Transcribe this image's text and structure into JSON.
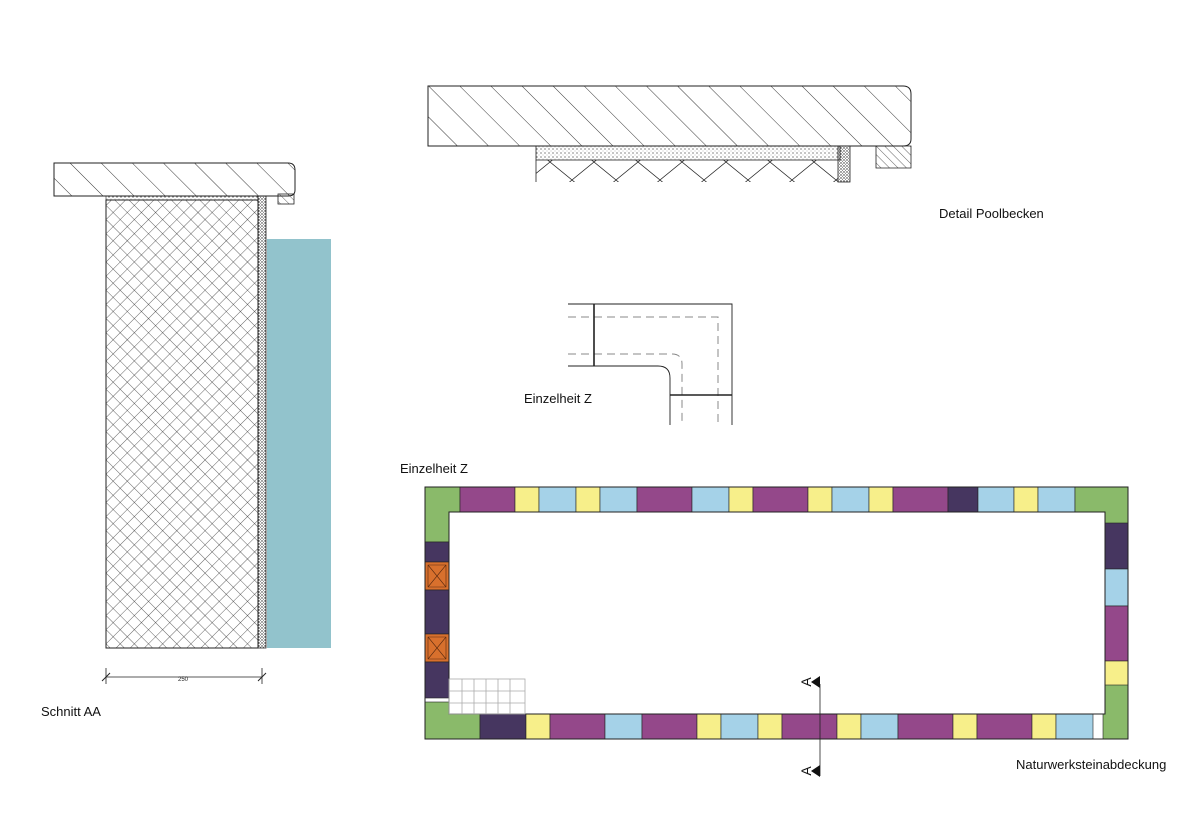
{
  "labels": {
    "schnitt": "Schnitt AA",
    "detail_pool": "Detail Poolbecken",
    "einzelheit_small": "Einzelheit Z",
    "einzelheit_plan": "Einzelheit Z",
    "naturwerkstein": "Naturwerksteinabdeckung",
    "dimension": "250",
    "section_mark_top": "A",
    "section_mark_bottom": "A"
  },
  "colors": {
    "water": "#92c3cc",
    "green": "#8aba6a",
    "magenta": "#94488a",
    "light_blue": "#a5d2e8",
    "yellow": "#f7ef8a",
    "dark_purple": "#463660",
    "orange": "#d8702d",
    "line": "#222222"
  },
  "tile_sequences": {
    "top": [
      "green",
      "magenta",
      "yellow",
      "light_blue",
      "yellow",
      "light_blue",
      "magenta",
      "light_blue",
      "yellow",
      "magenta",
      "yellow",
      "light_blue",
      "yellow",
      "magenta",
      "dark_purple",
      "light_blue",
      "yellow",
      "light_blue",
      "green"
    ],
    "bottom": [
      "green",
      "dark_purple",
      "yellow",
      "magenta",
      "light_blue",
      "magenta",
      "yellow",
      "light_blue",
      "yellow",
      "magenta",
      "yellow",
      "light_blue",
      "magenta",
      "yellow",
      "magenta",
      "yellow",
      "light_blue",
      "green"
    ],
    "left": [
      "dark_purple",
      "orange",
      "dark_purple",
      "orange",
      "dark_purple"
    ],
    "right": [
      "dark_purple",
      "light_blue",
      "magenta",
      "yellow"
    ]
  }
}
